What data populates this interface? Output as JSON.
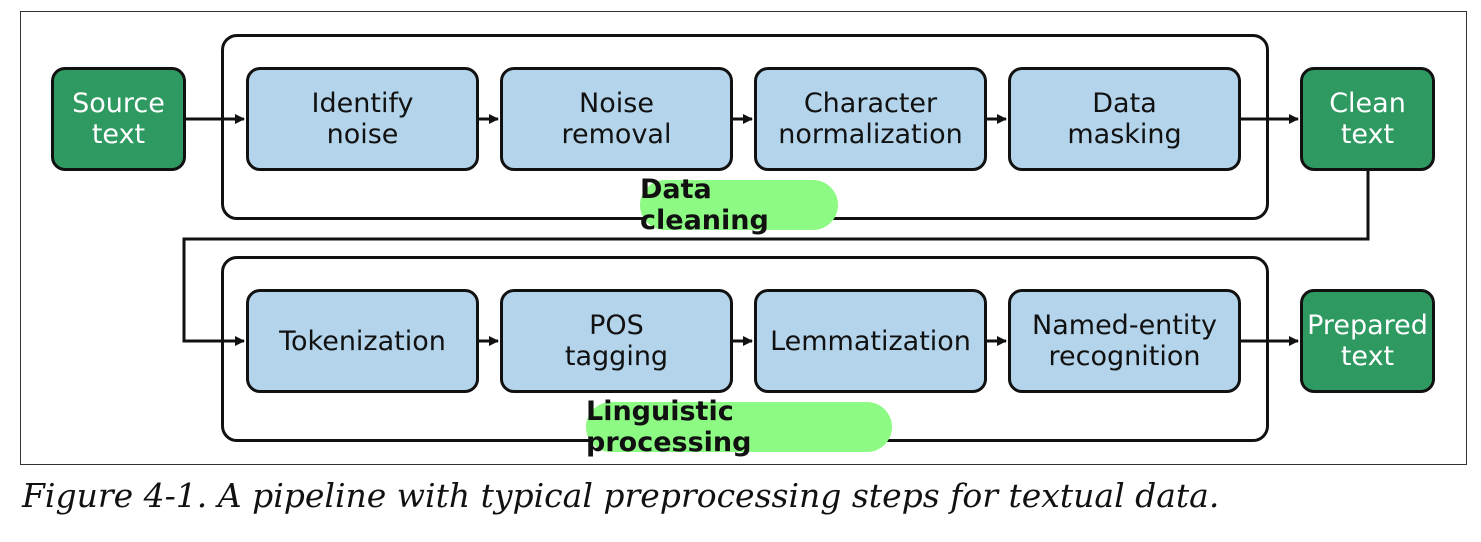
{
  "diagram": {
    "source": {
      "label": "Source\ntext"
    },
    "clean": {
      "label": "Clean\ntext"
    },
    "prepared": {
      "label": "Prepared\ntext"
    },
    "data_cleaning": {
      "title": "Data cleaning",
      "steps": [
        {
          "label": "Identify\nnoise"
        },
        {
          "label": "Noise\nremoval"
        },
        {
          "label": "Character\nnormalization"
        },
        {
          "label": "Data\nmasking"
        }
      ]
    },
    "linguistic_processing": {
      "title": "Linguistic processing",
      "steps": [
        {
          "label": "Tokenization"
        },
        {
          "label": "POS\ntagging"
        },
        {
          "label": "Lemmatization"
        },
        {
          "label": "Named-entity\nrecognition"
        }
      ]
    }
  },
  "caption": "Figure 4-1. A pipeline with typical preprocessing steps for textual data.",
  "colors": {
    "step_fill": "#b3d4ea",
    "io_fill": "#2e9a62",
    "highlight": "#8dfa84"
  }
}
